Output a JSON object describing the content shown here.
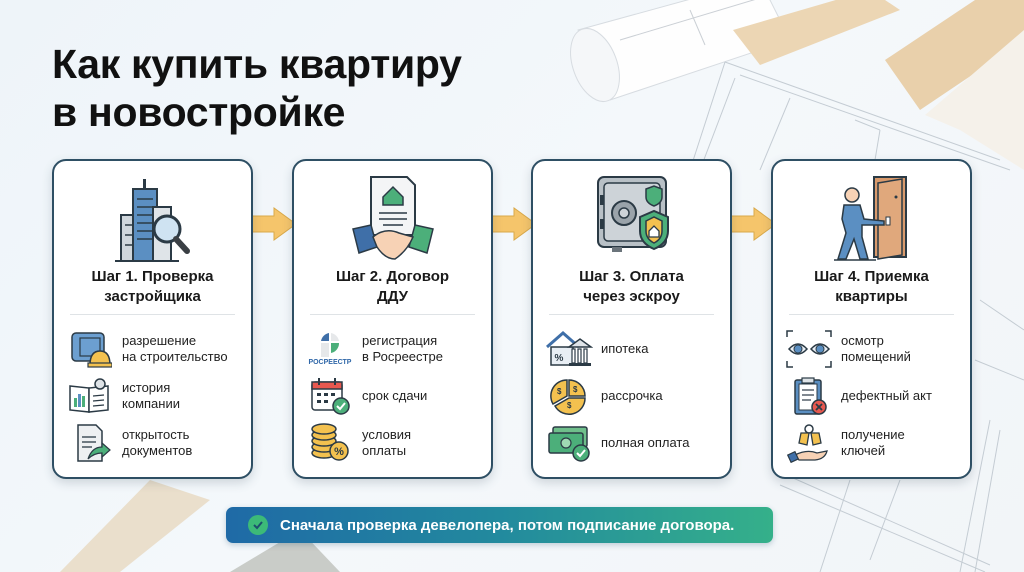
{
  "title": {
    "line1": "Как купить квартиру",
    "line2": "в новостройке"
  },
  "colors": {
    "card_border": "#2e4f64",
    "arrow_fill": "#f5c56b",
    "banner_start": "#1f6aa6",
    "banner_end": "#35b08a",
    "check_green": "#3cba78"
  },
  "steps": [
    {
      "title_line1": "Шаг 1. Проверка",
      "title_line2": "застройщика",
      "icon": "building-magnifier-icon",
      "items": [
        {
          "icon": "blueprint-helmet-icon",
          "line1": "разрешение",
          "line2": "на строительство"
        },
        {
          "icon": "book-chart-gear-icon",
          "line1": "история",
          "line2": "компании"
        },
        {
          "icon": "document-share-icon",
          "line1": "открытость",
          "line2": "документов"
        }
      ]
    },
    {
      "title_line1": "Шаг 2. Договор",
      "title_line2": "ДДУ",
      "icon": "contract-handshake-icon",
      "items": [
        {
          "icon": "rosreestr-logo-icon",
          "logo_text": "РОСРЕЕСТР",
          "line1": "регистрация",
          "line2": "в Росреестре"
        },
        {
          "icon": "calendar-check-icon",
          "line1": "срок сдачи",
          "line2": ""
        },
        {
          "icon": "coins-percent-icon",
          "line1": "условия",
          "line2": "оплаты"
        }
      ]
    },
    {
      "title_line1": "Шаг 3. Оплата",
      "title_line2": "через эскроу",
      "icon": "safe-shield-icon",
      "items": [
        {
          "icon": "house-bank-icon",
          "line1": "ипотека",
          "line2": ""
        },
        {
          "icon": "pie-coins-icon",
          "line1": "рассрочка",
          "line2": ""
        },
        {
          "icon": "cash-check-icon",
          "line1": "полная оплата",
          "line2": ""
        }
      ]
    },
    {
      "title_line1": "Шаг 4. Приемка",
      "title_line2": "квартиры",
      "icon": "person-door-icon",
      "items": [
        {
          "icon": "eyes-inspect-icon",
          "line1": "осмотр",
          "line2": "помещений"
        },
        {
          "icon": "clipboard-x-icon",
          "line1": "дефектный акт",
          "line2": ""
        },
        {
          "icon": "keys-hand-icon",
          "line1": "получение",
          "line2": "ключей"
        }
      ]
    }
  ],
  "banner": {
    "icon": "check-circle-icon",
    "text": "Сначала проверка девелопера, потом подписание договора."
  }
}
